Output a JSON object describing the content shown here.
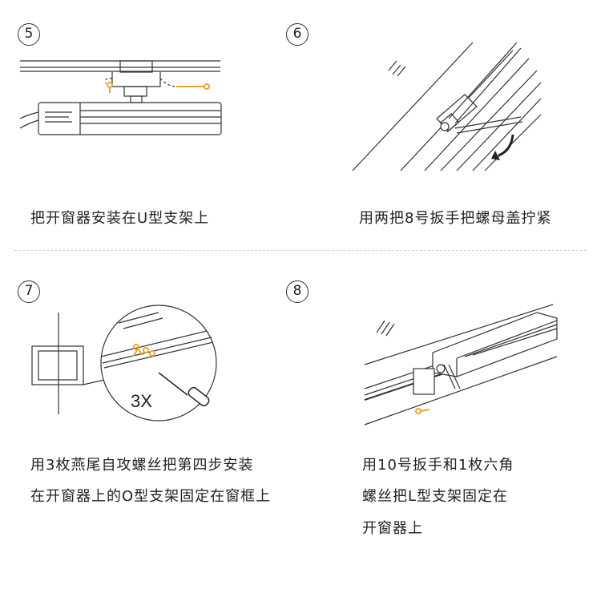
{
  "steps": [
    {
      "number": "5",
      "caption_lines": [
        "把开窗器安装在U型支架上"
      ]
    },
    {
      "number": "6",
      "caption_lines": [
        "用两把8号扳手把螺母盖拧紧"
      ]
    },
    {
      "number": "7",
      "caption_lines": [
        "用3枚燕尾自攻螺丝把第四步安装",
        "在开窗器上的O型支架固定在窗框上"
      ],
      "callout_text": "3X"
    },
    {
      "number": "8",
      "caption_lines": [
        "用10号扳手和1枚六角",
        "螺丝把L型支架固定在",
        "开窗器上"
      ]
    }
  ],
  "colors": {
    "line": "#333333",
    "accent": "#e8a630",
    "divider": "#cfcfcf"
  }
}
